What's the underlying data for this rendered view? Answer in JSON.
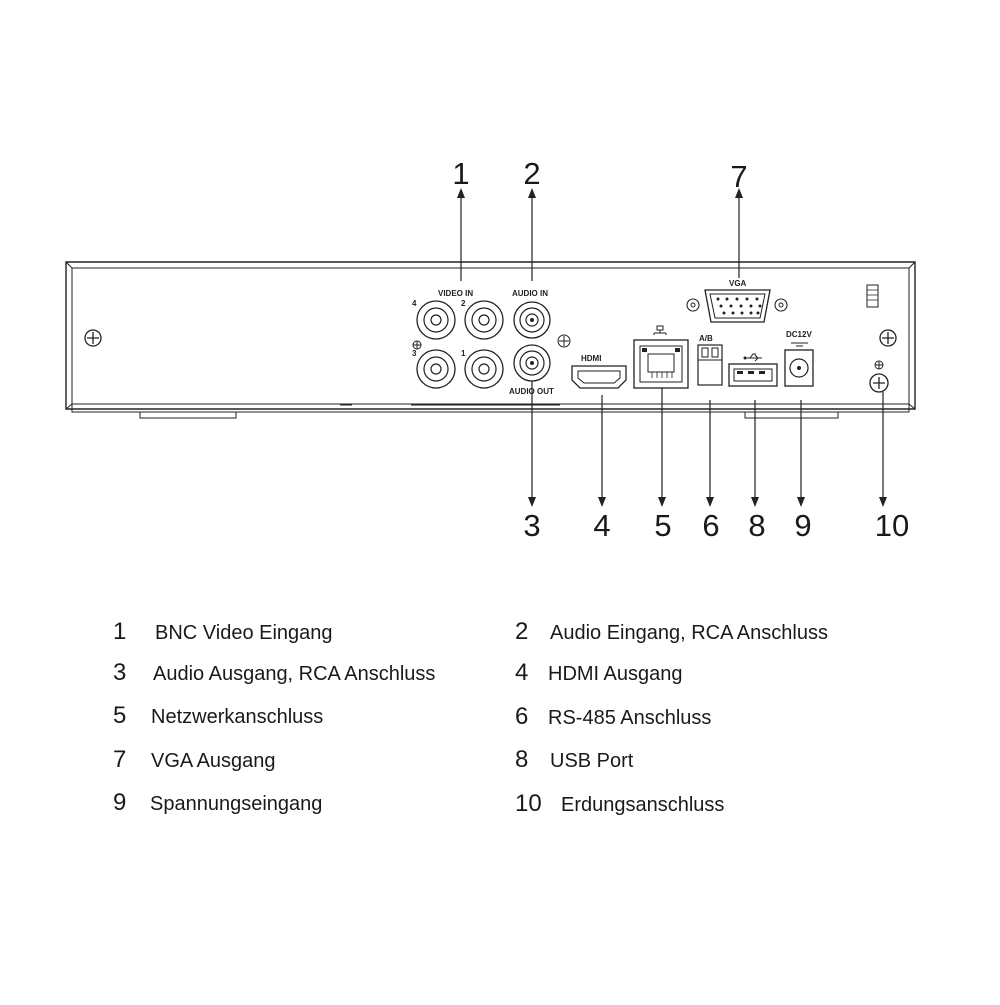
{
  "panel": {
    "video_in_label": "VIDEO IN",
    "audio_in_label": "AUDIO IN",
    "audio_out_label": "AUDIO OUT",
    "hdmi_label": "HDMI",
    "vga_label": "VGA",
    "ab_label": "A/B",
    "dc_label": "DC12V",
    "bnc_numbers": [
      "4",
      "2",
      "3",
      "1"
    ]
  },
  "callouts": [
    "1",
    "2",
    "7",
    "3",
    "4",
    "5",
    "6",
    "8",
    "9",
    "10"
  ],
  "legend": [
    {
      "num": "1",
      "text": "BNC Video Eingang"
    },
    {
      "num": "2",
      "text": "Audio Eingang, RCA Anschluss"
    },
    {
      "num": "3",
      "text": "Audio Ausgang, RCA Anschluss"
    },
    {
      "num": "4",
      "text": "HDMI Ausgang"
    },
    {
      "num": "5",
      "text": "Netzwerkanschluss"
    },
    {
      "num": "6",
      "text": "RS-485 Anschluss"
    },
    {
      "num": "7",
      "text": "VGA Ausgang"
    },
    {
      "num": "8",
      "text": "USB Port"
    },
    {
      "num": "9",
      "text": "Spannungseingang"
    },
    {
      "num": "10",
      "text": "Erdungsanschluss"
    }
  ]
}
